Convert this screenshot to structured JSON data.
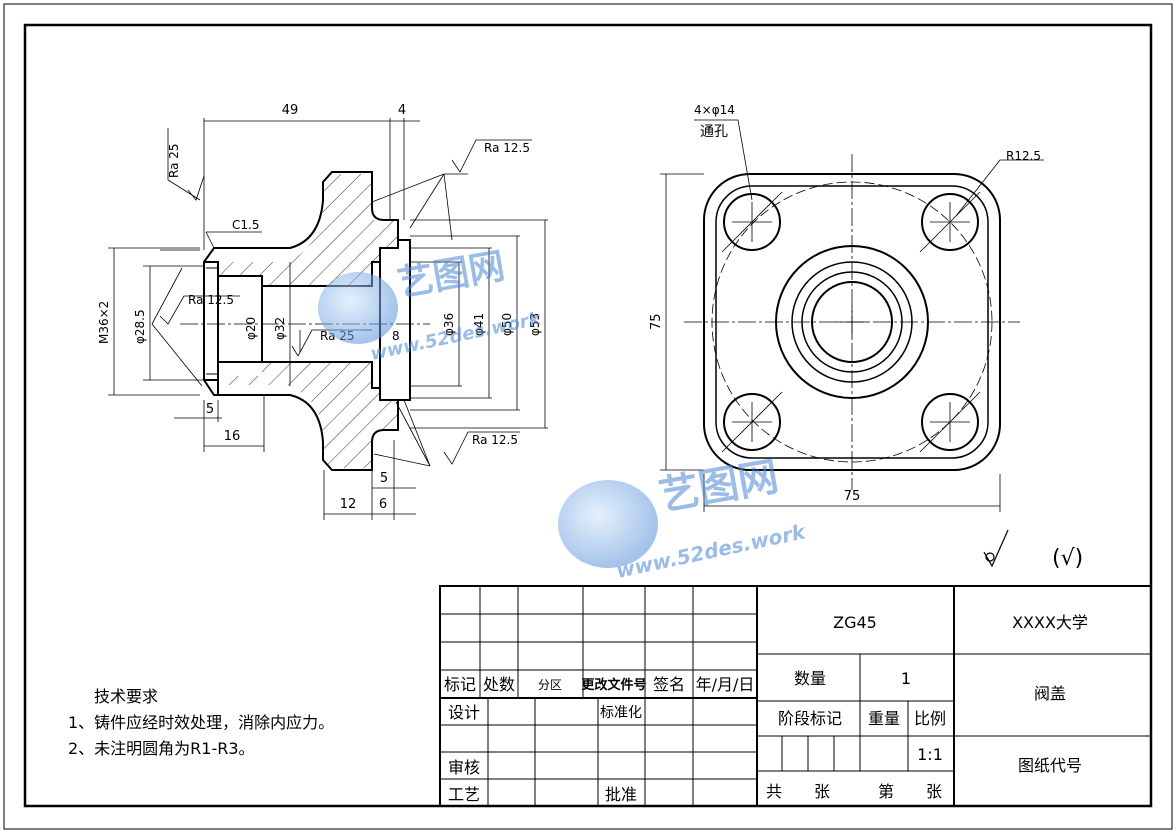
{
  "front_view": {
    "dims": {
      "d49": "49",
      "d4": "4",
      "ra25_top": "Ra 25",
      "ra125_top": "Ra 12.5",
      "c15": "C1.5",
      "m36": "M36×2",
      "d285": "φ28.5",
      "ra125_left": "Ra 12.5",
      "d20": "φ20",
      "d32": "φ32",
      "ra25_mid": "Ra 25",
      "d8": "8",
      "d36": "φ36",
      "d41": "φ41",
      "d50": "φ50",
      "d53": "φ53",
      "d5a": "5",
      "d16": "16",
      "ra125_bot": "Ra 12.5",
      "d5b": "5",
      "d12": "12",
      "d6": "6"
    }
  },
  "side_view": {
    "dims": {
      "holes_a": "4×φ14",
      "holes_b": "通孔",
      "r125": "R12.5",
      "h75": "75",
      "w75": "75"
    }
  },
  "roughness_note": "(√)",
  "watermark": {
    "brand": "艺图网",
    "url": "www.52des.work"
  },
  "notes": {
    "title": "技术要求",
    "line1": "1、铸件应经时效处理，消除内应力。",
    "line2": "2、未注明圆角为R1-R3。"
  },
  "title_block": {
    "material": "ZG45",
    "university": "XXXX大学",
    "part_name": "阀盖",
    "drawing_code": "图纸代号",
    "mark": "标记",
    "count": "处数",
    "zone": "分区",
    "change_doc": "更改文件号",
    "sign": "签名",
    "date": "年/月/日",
    "design": "设计",
    "standard": "标准化",
    "review": "审核",
    "process": "工艺",
    "approve": "批准",
    "quantity_label": "数量",
    "quantity": "1",
    "stage_mark": "阶段标记",
    "weight": "重量",
    "scale_label": "比例",
    "scale": "1:1",
    "total": "共",
    "sheets1": "张",
    "number": "第",
    "sheets2": "张"
  }
}
